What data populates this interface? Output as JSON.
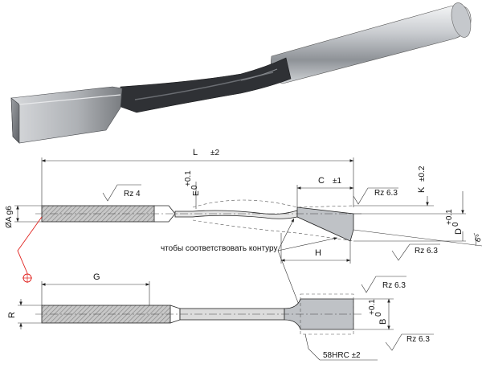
{
  "dimensions": {
    "length": "L",
    "length_tol": "±2",
    "diameter": "ØA g6",
    "e_label": "E",
    "e_tol_upper": "+0.1",
    "e_tol_lower": "0",
    "c_label": "C",
    "c_tol": "±1",
    "k_label": "K",
    "k_tol": "±0.2",
    "d_label": "D",
    "d_tol_upper": "+0.1",
    "d_tol_lower": "0",
    "angle": "6°",
    "h_label": "H",
    "g_label": "G",
    "r_label": "R",
    "b_label": "B",
    "b_tol_upper": "+0.1",
    "b_tol_lower": "0"
  },
  "surface_finish": {
    "rz4": "Rz 4",
    "rz63_top": "Rz 6.3",
    "rz63_tip": "Rz 6.3",
    "rz63_head": "Rz 6.3",
    "rz63_bottom": "Rz 6.3"
  },
  "notes": {
    "contour": "чтобы соответствовать контуру",
    "hardness": "58HRC ±2"
  },
  "colors": {
    "hatch": "#8a8a8a",
    "blade_face": "#b9bcc0",
    "steel_light": "#dcdfe3",
    "steel_dark": "#3a3c40",
    "leader_red": "#e0201c"
  }
}
